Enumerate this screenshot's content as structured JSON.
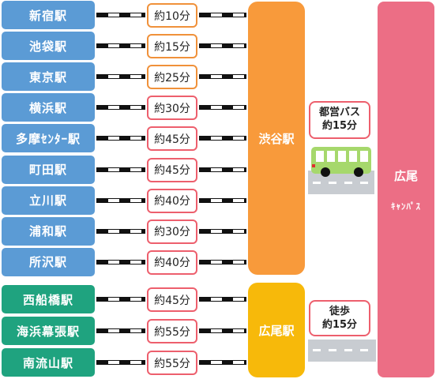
{
  "colors": {
    "tokyo_station_box": "#5b9bd5",
    "chiba_station_box": "#1fa37f",
    "shibuya_hub": "#f89a3b",
    "hiroo_hub": "#f7b90a",
    "campus": "#ec6e85",
    "time_border_orange": "#f0913a",
    "time_border_red": "#ed5f6d",
    "bus_body": "#a6d86c",
    "road": "#c8ccd1"
  },
  "routes_to_shibuya": [
    {
      "station": "新宿駅",
      "time": "約10分"
    },
    {
      "station": "池袋駅",
      "time": "約15分"
    },
    {
      "station": "東京駅",
      "time": "約25分"
    },
    {
      "station": "横浜駅",
      "time": "約30分"
    },
    {
      "station": "多摩ｾﾝﾀｰ駅",
      "time": "約45分"
    },
    {
      "station": "町田駅",
      "time": "約45分"
    },
    {
      "station": "立川駅",
      "time": "約40分"
    },
    {
      "station": "浦和駅",
      "time": "約30分"
    },
    {
      "station": "所沢駅",
      "time": "約40分"
    }
  ],
  "routes_to_hiroo": [
    {
      "station": "西船橋駅",
      "time": "約45分"
    },
    {
      "station": "海浜幕張駅",
      "time": "約55分"
    },
    {
      "station": "南流山駅",
      "time": "約55分"
    }
  ],
  "hubs": {
    "shibuya": "渋谷駅",
    "hiroo": "広尾駅"
  },
  "transfer_bus": {
    "line1": "都営バス",
    "line2": "約15分",
    "icon": "bus-icon"
  },
  "transfer_walk": {
    "line1": "徒歩",
    "line2": "約15分",
    "icon": "road-icon"
  },
  "destination": {
    "name": "広尾",
    "sub": "ｷｬﾝﾊﾟｽ"
  }
}
